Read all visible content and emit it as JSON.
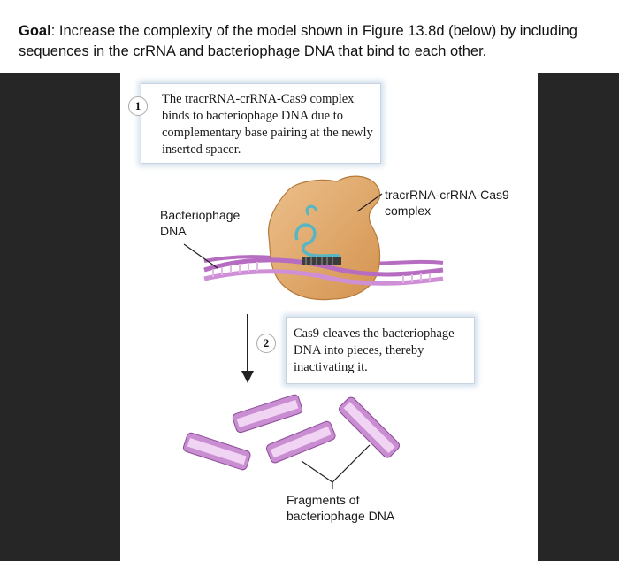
{
  "goal": {
    "label": "Goal",
    "text": ": Increase the complexity of the model shown in Figure 13.8d (below) by including sequences in the crRNA and bacteriophage DNA that bind to each other."
  },
  "figure": {
    "step1": {
      "number": "1",
      "text": "The tracrRNA-crRNA-Cas9 complex binds to bacteriophage DNA due to complementary base pairing at the newly inserted spacer."
    },
    "step2": {
      "number": "2",
      "text": "Cas9 cleaves the bacteriophage DNA into pieces, thereby inactivating it."
    },
    "labels": {
      "bacteriophage_dna": "Bacteriophage DNA",
      "complex": "tracrRNA-crRNA-Cas9 complex",
      "fragments": "Fragments of bacteriophage DNA"
    },
    "colors": {
      "dna": "#b66cc0",
      "dna_light": "#e2b9e4",
      "cas9": "#dfa66d",
      "rna": "#56b6c4",
      "callout_glow": "#d3e0ec"
    }
  }
}
